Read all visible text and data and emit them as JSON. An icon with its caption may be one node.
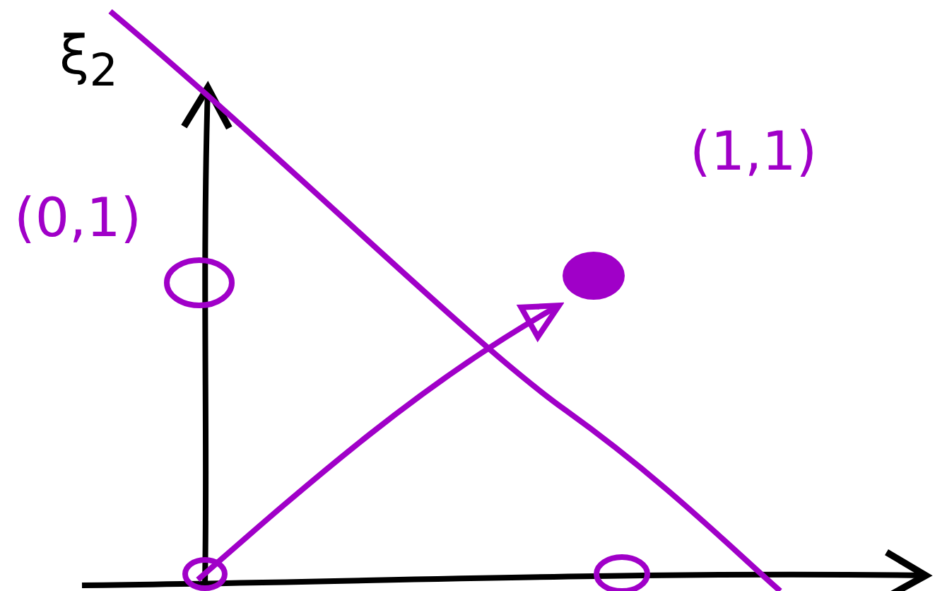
{
  "diagram": {
    "labels": [
      "ξ$_{2}$",
      "(0,1)",
      "(1,1)"
    ]
  }
}
